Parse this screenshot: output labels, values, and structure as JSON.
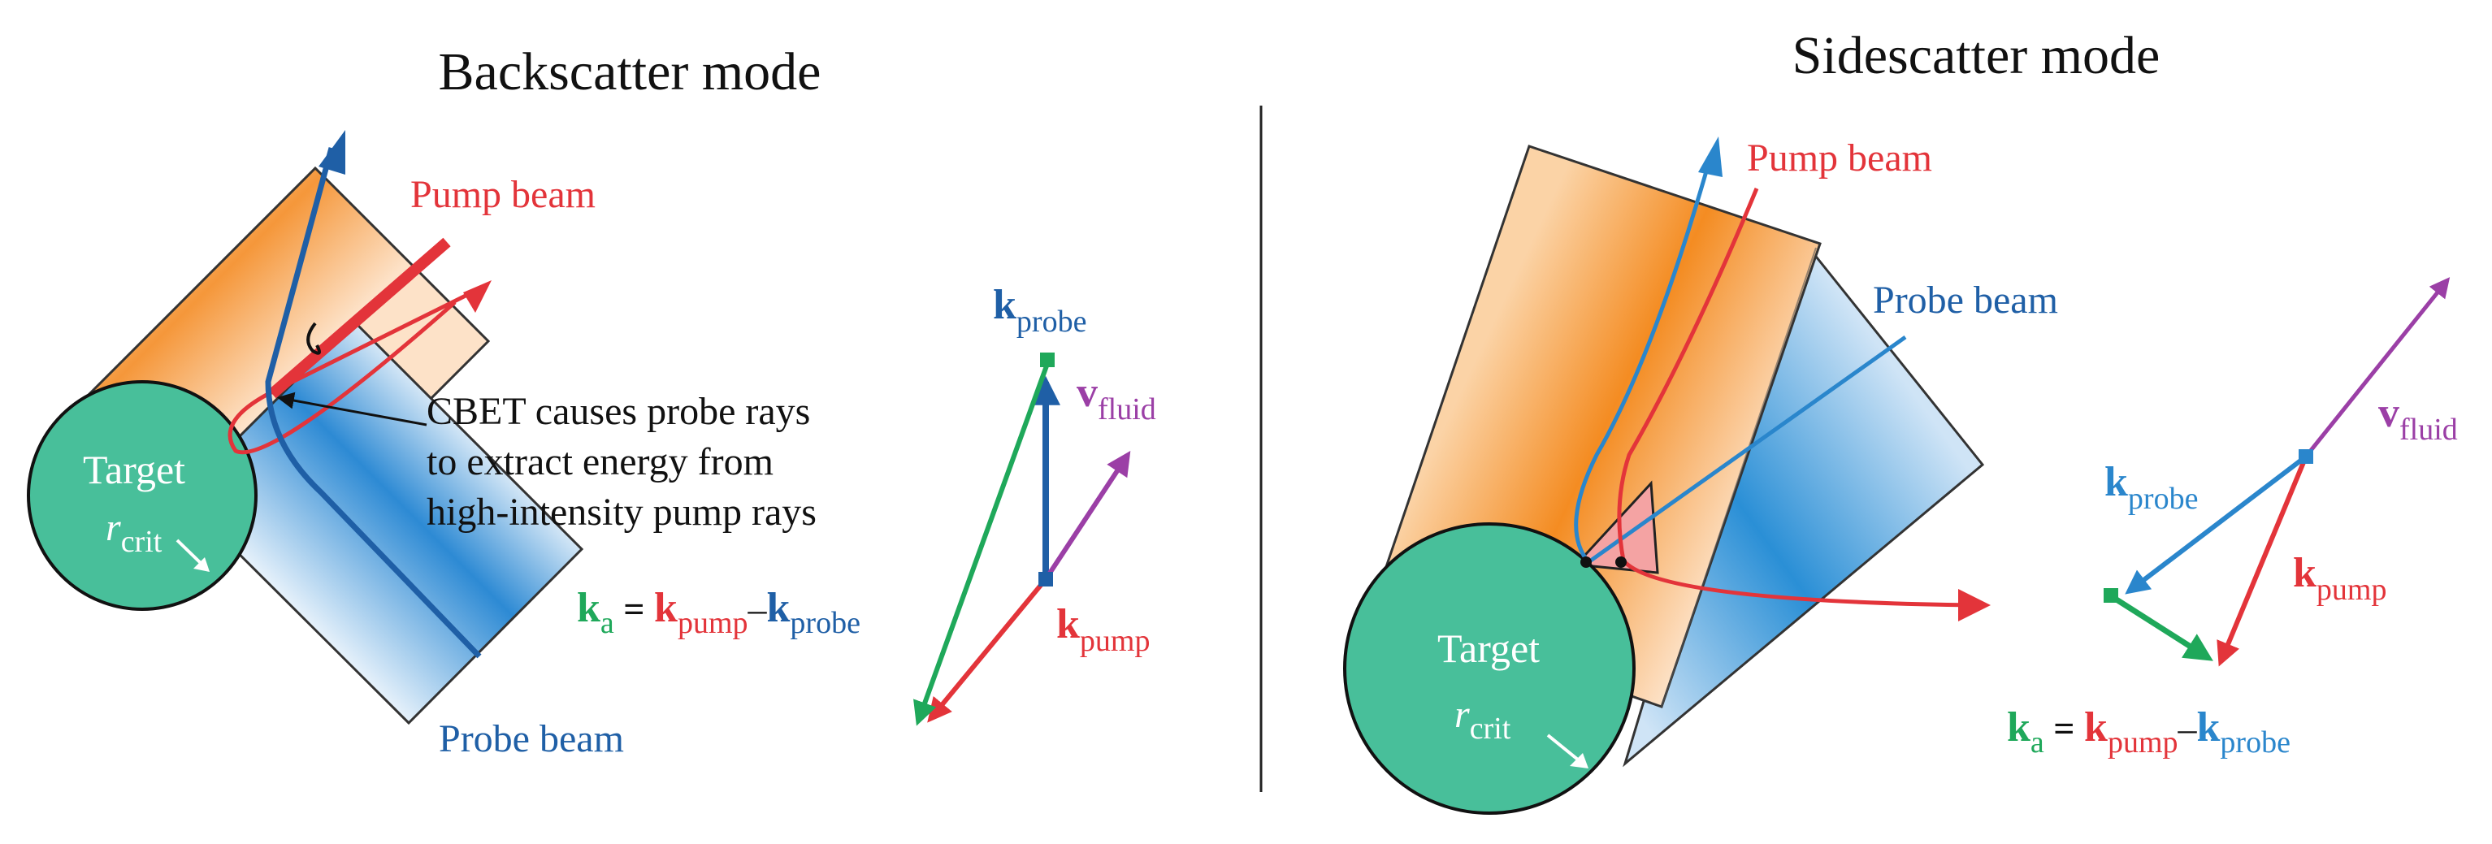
{
  "titles": {
    "left": "Backscatter mode",
    "right": "Sidescatter mode"
  },
  "backscatter": {
    "pump_beam": "Pump beam",
    "probe_beam": "Probe beam",
    "target": "Target",
    "rcrit_main": "r",
    "rcrit_sub": "crit",
    "cbet_line1": "CBET causes probe rays",
    "cbet_line2": "to extract energy from",
    "cbet_line3": "high-intensity pump rays",
    "k_probe_main": "k",
    "k_probe_sub": "probe",
    "v_fluid_main": "v",
    "v_fluid_sub": "fluid",
    "k_pump_main": "k",
    "k_pump_sub": "pump",
    "eq_ka_main": "k",
    "eq_ka_sub": "a",
    "eq_equals": " = ",
    "eq_kpump_main": "k",
    "eq_kpump_sub": "pump",
    "eq_minus": "–",
    "eq_kprobe_main": "k",
    "eq_kprobe_sub": "probe"
  },
  "sidescatter": {
    "pump_beam": "Pump beam",
    "probe_beam": "Probe beam",
    "target": "Target",
    "rcrit_main": "r",
    "rcrit_sub": "crit",
    "k_probe_main": "k",
    "k_probe_sub": "probe",
    "v_fluid_main": "v",
    "v_fluid_sub": "fluid",
    "k_pump_main": "k",
    "k_pump_sub": "pump",
    "eq_ka_main": "k",
    "eq_ka_sub": "a",
    "eq_equals": " = ",
    "eq_kpump_main": "k",
    "eq_kpump_sub": "pump",
    "eq_minus": "–",
    "eq_kprobe_main": "k",
    "eq_kprobe_sub": "probe"
  },
  "colors": {
    "pump": "#e3343a",
    "probe": "#1f5fa6",
    "probe_light": "#2a86cc",
    "ka": "#1fa85a",
    "vfluid": "#9b3fa6",
    "target": "#48bf9a",
    "pump_beam_fill": "#f39a3c",
    "probe_beam_fill": "#2f8fd6"
  }
}
